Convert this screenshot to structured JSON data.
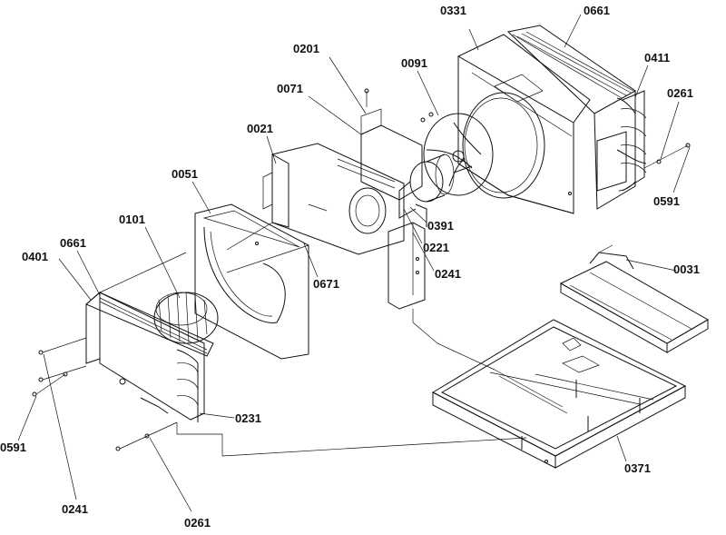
{
  "diagram": {
    "callouts": {
      "c0331": "0331",
      "c0661_top": "0661",
      "c0201": "0201",
      "c0091": "0091",
      "c0411": "0411",
      "c0071": "0071",
      "c0261_right": "0261",
      "c0021": "0021",
      "c0591_right": "0591",
      "c0051": "0051",
      "c0391": "0391",
      "c0101": "0101",
      "c0221": "0221",
      "c0661_left": "0661",
      "c0401": "0401",
      "c0241_mid": "0241",
      "c0671": "0671",
      "c0031": "0031",
      "c0231": "0231",
      "c0591_left": "0591",
      "c0371": "0371",
      "c0241_bottom": "0241",
      "c0261_bottom": "0261"
    }
  }
}
